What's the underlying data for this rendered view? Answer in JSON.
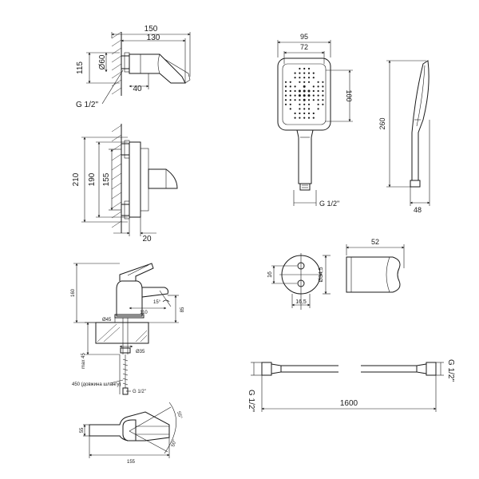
{
  "wall_mixer": {
    "overall_width": "150",
    "body_width": "130",
    "connection_height": "115",
    "diameter": "Ø60",
    "depth": "40",
    "thread": "G 1/2\""
  },
  "wall_mixer_front": {
    "overall_height": "210",
    "body_height": "190",
    "center_distance": "155",
    "wall_offset": "20"
  },
  "basin_mixer": {
    "height": "160",
    "spout_reach": "110",
    "angle": "15°",
    "spout_height": "85",
    "base_diameter": "Ø45",
    "hole_diameter": "Ø35",
    "max_thickness": "max 45",
    "hose_length": "450 (довжина шлангу)",
    "thread": "G 1/2\""
  },
  "basin_mixer_top": {
    "height": "55",
    "length": "155",
    "rotation_1": "55°",
    "rotation_2": "50°"
  },
  "hand_shower": {
    "head_width": "95",
    "spray_width": "72",
    "spray_height": "100",
    "length": "260",
    "thread": "G 1/2\"",
    "depth": "48"
  },
  "holder": {
    "length": "52",
    "height": "16",
    "diameter": "Ø34,5",
    "hole_spacing": "16,5"
  },
  "hose": {
    "length": "1600",
    "thread_left": "G 1/2\"",
    "thread_right": "G 1/2\""
  }
}
